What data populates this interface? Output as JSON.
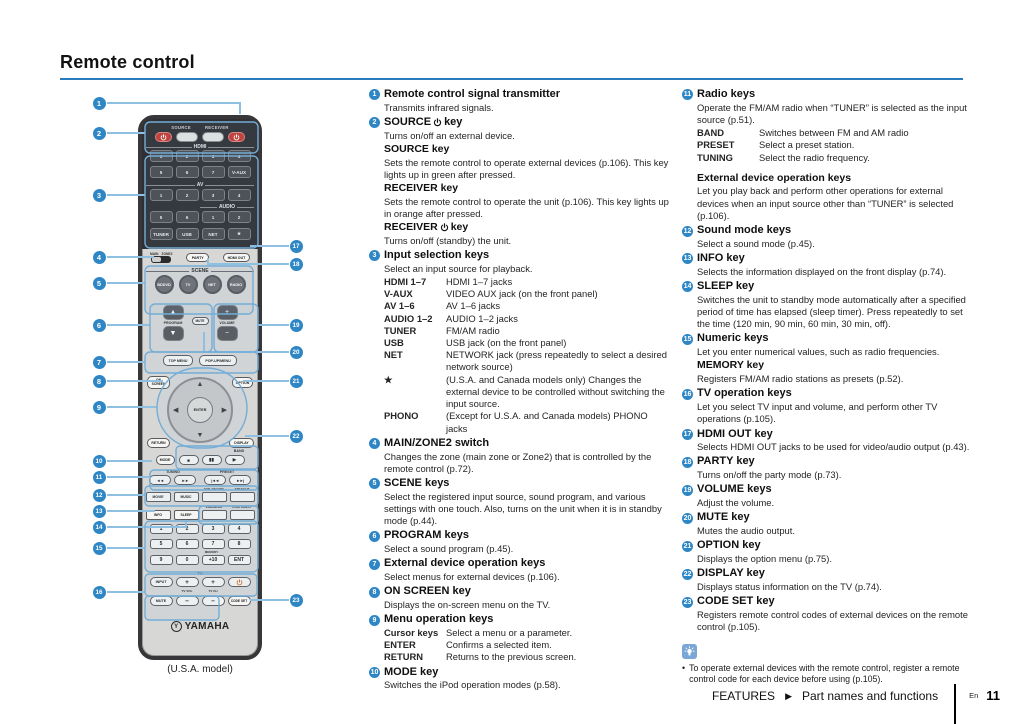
{
  "page": {
    "title": "Remote control"
  },
  "remote": {
    "caption": "(U.S.A. model)",
    "source_label": "SOURCE",
    "receiver_label": "RECEIVER",
    "hdmi_label": "HDMI",
    "hdmi_keys_row1": [
      "1",
      "2",
      "3",
      "4"
    ],
    "hdmi_keys_row2": [
      "5",
      "6",
      "7",
      "V-AUX"
    ],
    "av_label": "AV",
    "av_keys_row1": [
      "1",
      "2",
      "3",
      "4"
    ],
    "av_keys_row2": [
      "5",
      "6"
    ],
    "audio_label": "AUDIO",
    "audio_keys": [
      "1",
      "2"
    ],
    "source_keys": [
      "TUNER",
      "USB",
      "NET",
      "★"
    ],
    "main_label": "MAIN",
    "zone2_label": "ZONE2",
    "party_label": "PARTY",
    "hdmi_out_label": "HDMI OUT",
    "scene_label": "SCENE",
    "scene_keys": [
      "BD/DVD",
      "TV",
      "NET",
      "RADIO"
    ],
    "program_label": "PROGRAM",
    "program_up": "▲",
    "program_down": "▼",
    "mute_label": "MUTE",
    "volume_label": "VOLUME",
    "plus_symbol": "+",
    "minus_symbol": "−",
    "top_menu_label": "TOP MENU",
    "popup_menu_label": "POP-UP/MENU",
    "on_screen_label": "ON SCREEN",
    "option_label": "OPTION",
    "enter_label": "ENTER",
    "return_label": "RETURN",
    "display_label": "DISPLAY",
    "mode_label": "MODE",
    "band_label": "BAND",
    "transport_keys": [
      "■",
      "▮▮",
      "▶"
    ],
    "tuning_label": "TUNING",
    "preset_label": "PRESET",
    "tuning_keys": [
      "◄◄",
      "►►"
    ],
    "preset_keys": [
      "|◄◄",
      "►►|"
    ],
    "sound_named_row1": [
      "MOVIE",
      "MUSIC"
    ],
    "sound_labeled_row1": [
      "SUR. DECODE",
      "STRAIGHT"
    ],
    "sound_named_row2": [
      "INFO",
      "SLEEP"
    ],
    "sound_labeled_row2": [
      "ENHANCER",
      "PURE DIRECT"
    ],
    "numeric_row1": [
      "1",
      "2",
      "3",
      "4"
    ],
    "numeric_row2": [
      "5",
      "6",
      "7",
      "8"
    ],
    "numeric_row3": [
      "9",
      "0",
      "+10",
      "ENT"
    ],
    "memory_label": "MEMORY",
    "tv_label": "TV",
    "tv_input_label": "INPUT",
    "tv_vol_label": "TV VOL",
    "tv_ch_label": "TV CH",
    "tv_mute_label": "MUTE",
    "code_set_label": "CODE SET",
    "brand": "YAMAHA"
  },
  "columns": {
    "middle": [
      {
        "num": "1",
        "title": "Remote control signal transmitter",
        "blocks": [
          {
            "t": "p",
            "text": "Transmits infrared signals."
          }
        ]
      },
      {
        "num": "2",
        "title": "SOURCE ⏻ key",
        "blocks": [
          {
            "t": "p",
            "text": "Turns on/off an external device."
          },
          {
            "t": "h",
            "text": "SOURCE key"
          },
          {
            "t": "p",
            "text": "Sets the remote control to operate external devices (p.106). This key lights up in green after pressed."
          },
          {
            "t": "h",
            "text": "RECEIVER key"
          },
          {
            "t": "p",
            "text": "Sets the remote control to operate the unit (p.106). This key lights up in orange after pressed."
          },
          {
            "t": "h",
            "text": "RECEIVER ⏻ key"
          },
          {
            "t": "p",
            "text": "Turns on/off (standby) the unit."
          }
        ]
      },
      {
        "num": "3",
        "title": "Input selection keys",
        "blocks": [
          {
            "t": "p",
            "text": "Select an input source for playback."
          },
          {
            "t": "dl",
            "rows": [
              [
                "HDMI 1–7",
                "HDMI 1–7 jacks"
              ],
              [
                "V-AUX",
                "VIDEO AUX jack (on the front panel)"
              ],
              [
                "AV 1–6",
                "AV 1–6 jacks"
              ],
              [
                "AUDIO 1–2",
                "AUDIO 1–2 jacks"
              ],
              [
                "TUNER",
                "FM/AM radio"
              ],
              [
                "USB",
                "USB jack (on the front panel)"
              ],
              [
                "NET",
                "NETWORK jack (press repeatedly to select a desired network source)"
              ],
              [
                "★",
                "(U.S.A. and Canada models only) Changes the external device to be controlled without switching the input source."
              ],
              [
                "PHONO",
                "(Except for U.S.A. and Canada models) PHONO jacks"
              ]
            ]
          }
        ]
      },
      {
        "num": "4",
        "title": "MAIN/ZONE2 switch",
        "blocks": [
          {
            "t": "p",
            "text": "Changes the zone (main zone or Zone2) that is controlled by the remote control (p.72)."
          }
        ]
      },
      {
        "num": "5",
        "title": "SCENE keys",
        "blocks": [
          {
            "t": "p",
            "text": "Select the registered input source, sound program, and various settings with one touch. Also, turns on the unit when it is in standby mode (p.44)."
          }
        ]
      },
      {
        "num": "6",
        "title": "PROGRAM keys",
        "blocks": [
          {
            "t": "p",
            "text": "Select a sound program (p.45)."
          }
        ]
      },
      {
        "num": "7",
        "title": "External device operation keys",
        "blocks": [
          {
            "t": "p",
            "text": "Select menus for external devices (p.106)."
          }
        ]
      },
      {
        "num": "8",
        "title": "ON SCREEN key",
        "blocks": [
          {
            "t": "p",
            "text": "Displays the on-screen menu on the TV."
          }
        ]
      },
      {
        "num": "9",
        "title": "Menu operation keys",
        "blocks": [
          {
            "t": "dl",
            "rows": [
              [
                "Cursor keys",
                "Select a menu or a parameter."
              ],
              [
                "ENTER",
                "Confirms a selected item."
              ],
              [
                "RETURN",
                "Returns to the previous screen."
              ]
            ]
          }
        ]
      },
      {
        "num": "10",
        "title": "MODE key",
        "blocks": [
          {
            "t": "p",
            "text": "Switches the iPod operation modes (p.58)."
          }
        ]
      }
    ],
    "right": [
      {
        "num": "11",
        "title": "Radio keys",
        "blocks": [
          {
            "t": "p",
            "text": "Operate the FM/AM radio when “TUNER” is selected as the input source (p.51)."
          },
          {
            "t": "dl",
            "rows": [
              [
                "BAND",
                "Switches between FM and AM radio"
              ],
              [
                "PRESET",
                "Select a preset station."
              ],
              [
                "TUNING",
                "Select the radio frequency."
              ]
            ]
          },
          {
            "t": "h",
            "text": "External device operation keys"
          },
          {
            "t": "p",
            "text": "Let you play back and perform other operations for external devices when an input source other than “TUNER” is selected (p.106)."
          }
        ]
      },
      {
        "num": "12",
        "title": "Sound mode keys",
        "blocks": [
          {
            "t": "p",
            "text": "Select a sound mode (p.45)."
          }
        ]
      },
      {
        "num": "13",
        "title": "INFO key",
        "blocks": [
          {
            "t": "p",
            "text": "Selects the information displayed on the front display (p.74)."
          }
        ]
      },
      {
        "num": "14",
        "title": "SLEEP key",
        "blocks": [
          {
            "t": "p",
            "text": "Switches the unit to standby mode automatically after a specified period of time has elapsed (sleep timer). Press repeatedly to set the time (120 min, 90 min, 60 min, 30 min, off)."
          }
        ]
      },
      {
        "num": "15",
        "title": "Numeric keys",
        "blocks": [
          {
            "t": "p",
            "text": "Let you enter numerical values, such as radio frequencies."
          },
          {
            "t": "h",
            "text": "MEMORY key"
          },
          {
            "t": "p",
            "text": "Registers FM/AM radio stations as presets (p.52)."
          }
        ]
      },
      {
        "num": "16",
        "title": "TV operation keys",
        "blocks": [
          {
            "t": "p",
            "text": "Let you select TV input and volume, and perform other TV operations (p.105)."
          }
        ]
      },
      {
        "num": "17",
        "title": "HDMI OUT key",
        "blocks": [
          {
            "t": "p",
            "text": "Selects HDMI OUT jacks to be used for video/audio output (p.43)."
          }
        ]
      },
      {
        "num": "18",
        "title": "PARTY key",
        "blocks": [
          {
            "t": "p",
            "text": "Turns on/off the party mode (p.73)."
          }
        ]
      },
      {
        "num": "19",
        "title": "VOLUME keys",
        "blocks": [
          {
            "t": "p",
            "text": "Adjust the volume."
          }
        ]
      },
      {
        "num": "20",
        "title": "MUTE key",
        "blocks": [
          {
            "t": "p",
            "text": "Mutes the audio output."
          }
        ]
      },
      {
        "num": "21",
        "title": "OPTION key",
        "blocks": [
          {
            "t": "p",
            "text": "Displays the option menu (p.75)."
          }
        ]
      },
      {
        "num": "22",
        "title": "DISPLAY key",
        "blocks": [
          {
            "t": "p",
            "text": "Displays status information on the TV (p.74)."
          }
        ]
      },
      {
        "num": "23",
        "title": "CODE SET key",
        "blocks": [
          {
            "t": "p",
            "text": "Registers remote control codes of external devices on the remote control (p.105)."
          }
        ]
      }
    ]
  },
  "note": {
    "bullet": "•",
    "text": "To operate external devices with the remote control, register a remote control code for each device before using (p.105)."
  },
  "footer": {
    "section": "FEATURES",
    "separator": "▶",
    "subsection": "Part names and functions",
    "language": "En",
    "page_number": "11"
  },
  "colors": {
    "accent_blue": "#2a7bbd",
    "callout_blue": "#2e86c5",
    "connector_blue": "#8fc0e2",
    "box_blue": "#74add6",
    "power_key_red": "#c43b33",
    "note_icon_blue": "#7ba6d6"
  }
}
